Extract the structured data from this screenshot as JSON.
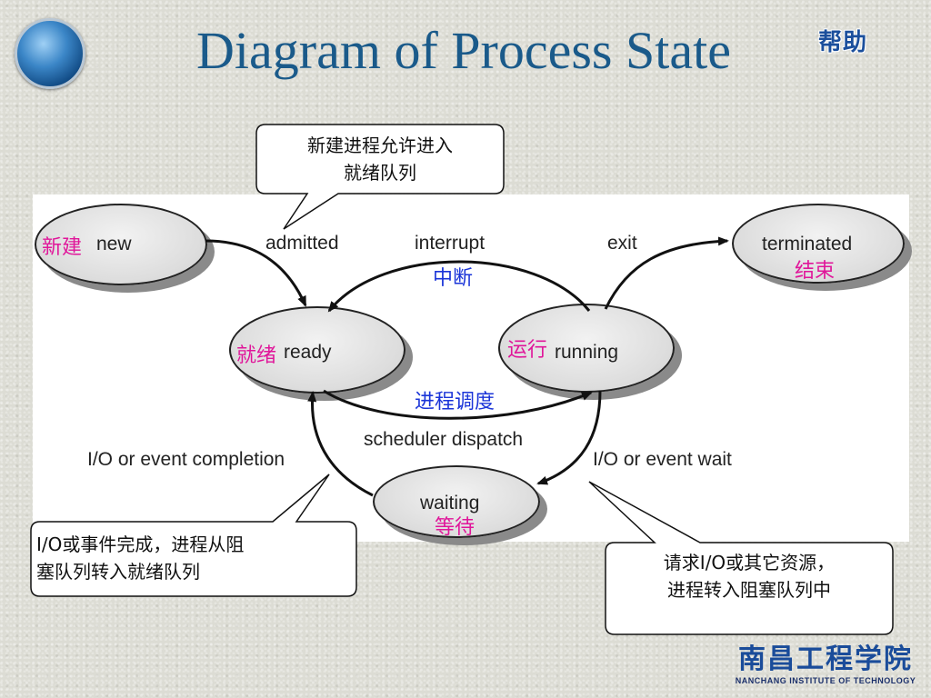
{
  "slide": {
    "title": "Diagram of Process State",
    "help_label": "帮助"
  },
  "states": {
    "new": {
      "en": "new",
      "cn": "新建"
    },
    "ready": {
      "en": "ready",
      "cn": "就绪"
    },
    "running": {
      "en": "running",
      "cn": "运行"
    },
    "waiting": {
      "en": "waiting",
      "cn": "等待"
    },
    "terminated": {
      "en": "terminated",
      "cn": "结束"
    }
  },
  "transitions": {
    "admitted": "admitted",
    "interrupt_en": "interrupt",
    "interrupt_cn": "中断",
    "exit": "exit",
    "dispatch_cn": "进程调度",
    "dispatch_en": "scheduler dispatch",
    "io_completion": "I/O or event completion",
    "io_wait": "I/O or event wait"
  },
  "callouts": {
    "admitted_line1": "新建进程允许进入",
    "admitted_line2": "就绪队列",
    "completion_line1": "I/O或事件完成，进程从阻",
    "completion_line2": "塞队列转入就绪队列",
    "wait_line1": "请求I/O或其它资源，",
    "wait_line2": "进程转入阻塞队列中"
  },
  "footer": {
    "school_cn": "南昌工程学院",
    "school_en": "NANCHANG INSTITUTE OF TECHNOLOGY"
  },
  "colors": {
    "title": "#1a5a8a",
    "cn_state": "#e0169a",
    "cn_transition": "#1a34d8"
  }
}
